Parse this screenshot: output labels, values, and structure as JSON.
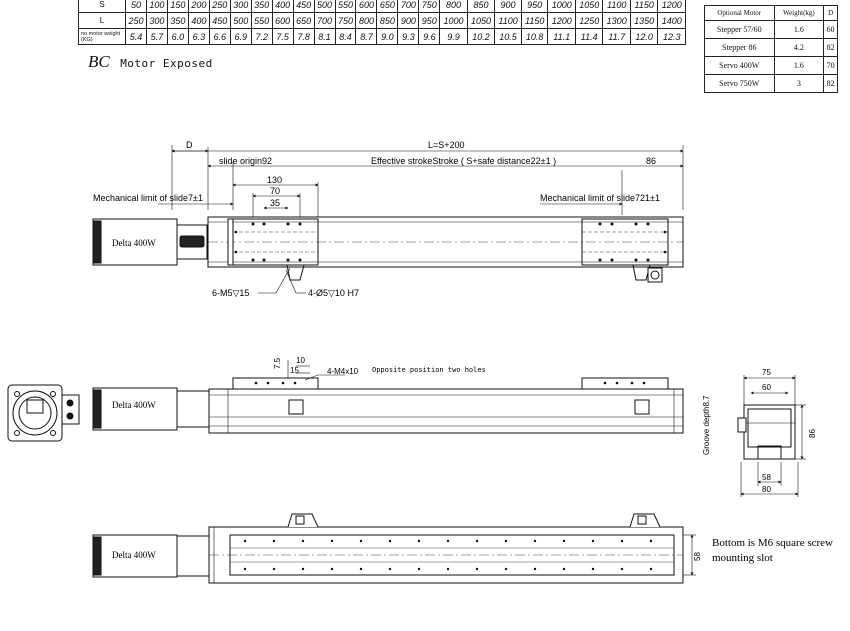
{
  "spec_table": {
    "rows": [
      {
        "label": "S",
        "values": [
          "50",
          "100",
          "150",
          "200",
          "250",
          "300",
          "350",
          "400",
          "450",
          "500",
          "550",
          "600",
          "650",
          "700",
          "750",
          "800",
          "850",
          "900",
          "950",
          "1000",
          "1050",
          "1100",
          "1150",
          "1200"
        ]
      },
      {
        "label": "L",
        "values": [
          "250",
          "300",
          "350",
          "400",
          "450",
          "500",
          "550",
          "600",
          "650",
          "700",
          "750",
          "800",
          "850",
          "900",
          "950",
          "1000",
          "1050",
          "1100",
          "1150",
          "1200",
          "1250",
          "1300",
          "1350",
          "1400"
        ]
      },
      {
        "label": "no motor weight (KG)",
        "values": [
          "5.4",
          "5.7",
          "6.0",
          "6.3",
          "6.6",
          "6.9",
          "7.2",
          "7.5",
          "7.8",
          "8.1",
          "8.4",
          "8.7",
          "9.0",
          "9.3",
          "9.6",
          "9.9",
          "10.2",
          "10.5",
          "10.8",
          "11.1",
          "11.4",
          "11.7",
          "12.0",
          "12.3"
        ]
      }
    ]
  },
  "motor_table": {
    "headers": [
      "Optional Motor",
      "Weight(kg)",
      "D"
    ],
    "rows": [
      [
        "Stepper 57/60",
        "1.6",
        "60"
      ],
      [
        "Stepper 86",
        "4.2",
        "82"
      ],
      [
        "Servo 400W",
        "1.6",
        "70"
      ],
      [
        "Servo 750W",
        "3",
        "82"
      ]
    ]
  },
  "title": {
    "prefix": "BC",
    "text": "Motor Exposed"
  },
  "top_view": {
    "dim_D": "D",
    "dim_L": "L=S+200",
    "slide_origin": "slide origin92",
    "effective_stroke": "Effective strokeStroke ( S+safe distance22±1 )",
    "dim_86": "86",
    "dim_130": "130",
    "dim_70": "70",
    "dim_35": "35",
    "mech_limit_left": "Mechanical limit of slide7±1",
    "mech_limit_right": "Mechanical limit of slide721±1",
    "motor_label": "Delta 400W",
    "hole_note_1": "6-M5▽15",
    "hole_note_2": "4-Ø5▽10 H7"
  },
  "side_view": {
    "dim_7_5": "7.5",
    "dim_10": "10",
    "dim_15": "15",
    "thread_note": "4-M4x10",
    "opposite_note": "Opposite position two holes",
    "motor_label": "Delta 400W"
  },
  "end_view": {
    "dim_75": "75",
    "dim_60": "60",
    "dim_86": "86",
    "dim_58": "58",
    "dim_80": "80",
    "groove_note": "Groove depth8.7"
  },
  "bottom_view": {
    "motor_label": "Delta 400W",
    "dim_58": "58",
    "note_line1": "Bottom is M6 square screw",
    "note_line2": "mounting slot"
  }
}
